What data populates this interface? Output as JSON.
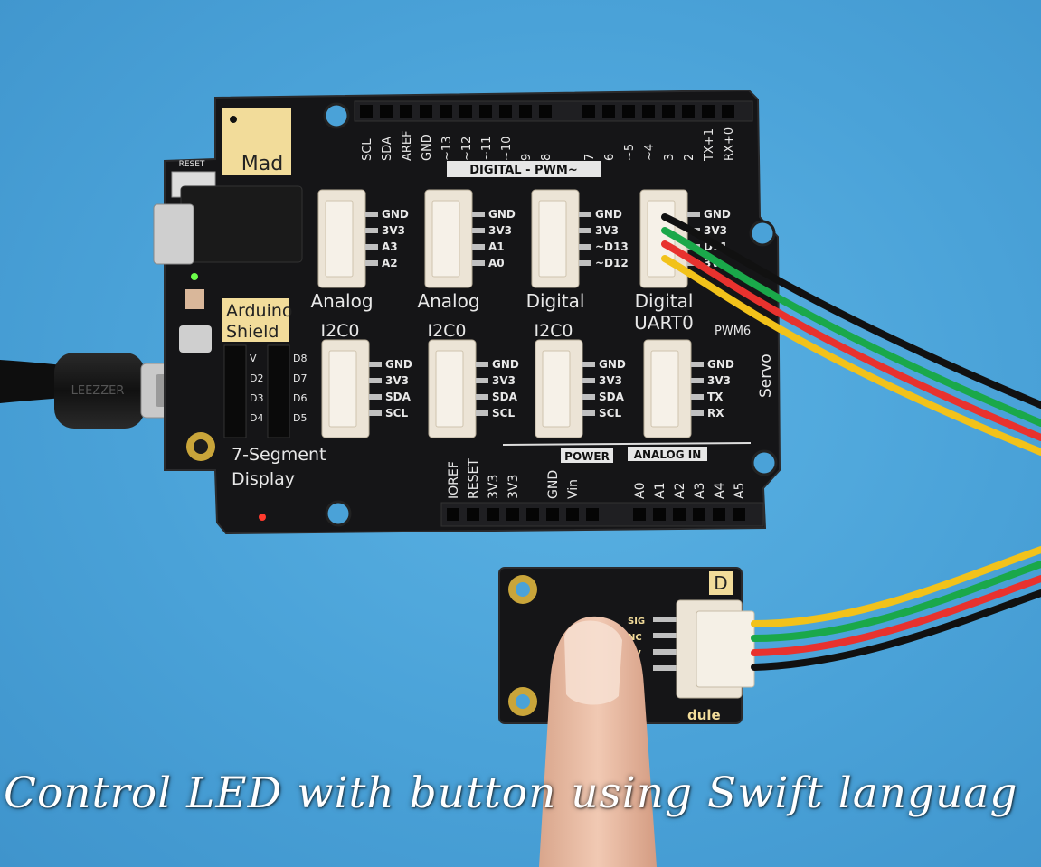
{
  "caption": "Control LED with button using Swift languag",
  "board": {
    "brand": "Mad",
    "shield_label": [
      "Arduino",
      "Shield"
    ],
    "reset": "RESET",
    "header_top": [
      "SCL",
      "SDA",
      "AREF",
      "GND",
      "~13",
      "~12",
      "~11",
      "~10",
      "9",
      "8",
      "7",
      "6",
      "~5",
      "~4",
      "3",
      "2",
      "TX+1",
      "RX+0"
    ],
    "digital_pwm": "DIGITAL - PWM~",
    "row1": [
      {
        "label": [
          "Analog"
        ],
        "pins": [
          "GND",
          "3V3",
          "A3",
          "A2"
        ]
      },
      {
        "label": [
          "Analog"
        ],
        "pins": [
          "GND",
          "3V3",
          "A1",
          "A0"
        ]
      },
      {
        "label": [
          "Digital"
        ],
        "pins": [
          "GND",
          "3V3",
          "~D13",
          "~D12"
        ]
      },
      {
        "label": [
          "Digital",
          "UART0"
        ],
        "pins": [
          "GND",
          "3V3",
          "D11",
          "3V"
        ]
      }
    ],
    "row2": [
      {
        "label": [
          "I2C0"
        ],
        "pins": [
          "GND",
          "3V3",
          "SDA",
          "SCL"
        ]
      },
      {
        "label": [
          "I2C0"
        ],
        "pins": [
          "GND",
          "3V3",
          "SDA",
          "SCL"
        ]
      },
      {
        "label": [
          "I2C0"
        ],
        "pins": [
          "GND",
          "3V3",
          "SDA",
          "SCL"
        ]
      },
      {
        "label": [
          ""
        ],
        "pins": [
          "GND",
          "3V3",
          "TX",
          "RX"
        ]
      }
    ],
    "pwm6": "PWM6",
    "servo": "Servo",
    "seg_pins_left": [
      "V",
      "D2",
      "D3",
      "D4"
    ],
    "seg_pins_right": [
      "D8",
      "D7",
      "D6",
      "D5"
    ],
    "seg_label": [
      "7-Segment",
      "Display"
    ],
    "power": "POWER",
    "analog_in": "ANALOG IN",
    "header_bottom": [
      "IOREF",
      "RESET",
      "3V3",
      "3V3",
      "GND",
      "Vin",
      "A0",
      "A1",
      "A2",
      "A3",
      "A4",
      "A5"
    ]
  },
  "module": {
    "corner": "D",
    "pins": [
      "SIG",
      "NC",
      "3V",
      ""
    ],
    "name_fragment": "dule"
  },
  "cable_brand": "LEEZZER"
}
